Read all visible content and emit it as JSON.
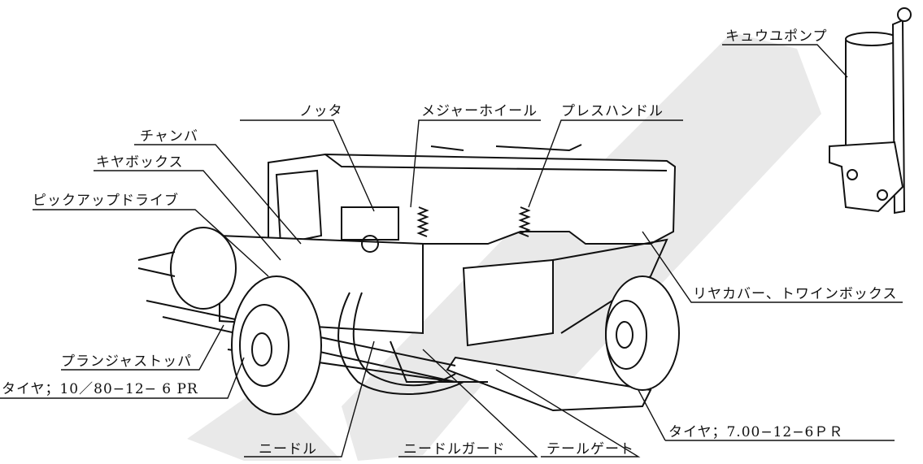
{
  "diagram": {
    "labels": {
      "pump": "キュウユポンプ",
      "knotter": "ノッタ",
      "measure_wheel": "メジャーホイール",
      "press_handle": "プレスハンドル",
      "chamber": "チャンバ",
      "gearbox": "キヤボックス",
      "pickup_drive": "ピックアップドライブ",
      "rear_cover": "リヤカバー、トワインボックス",
      "plunger_stopper": "プランジャストッパ",
      "tire_left": "タイヤ；10／80−12− 6 PR",
      "tire_right": "タイヤ；7.00−12−6ＰＲ",
      "needle": "ニードル",
      "needle_guard": "ニードルガード",
      "tailgate": "テールゲート"
    }
  }
}
